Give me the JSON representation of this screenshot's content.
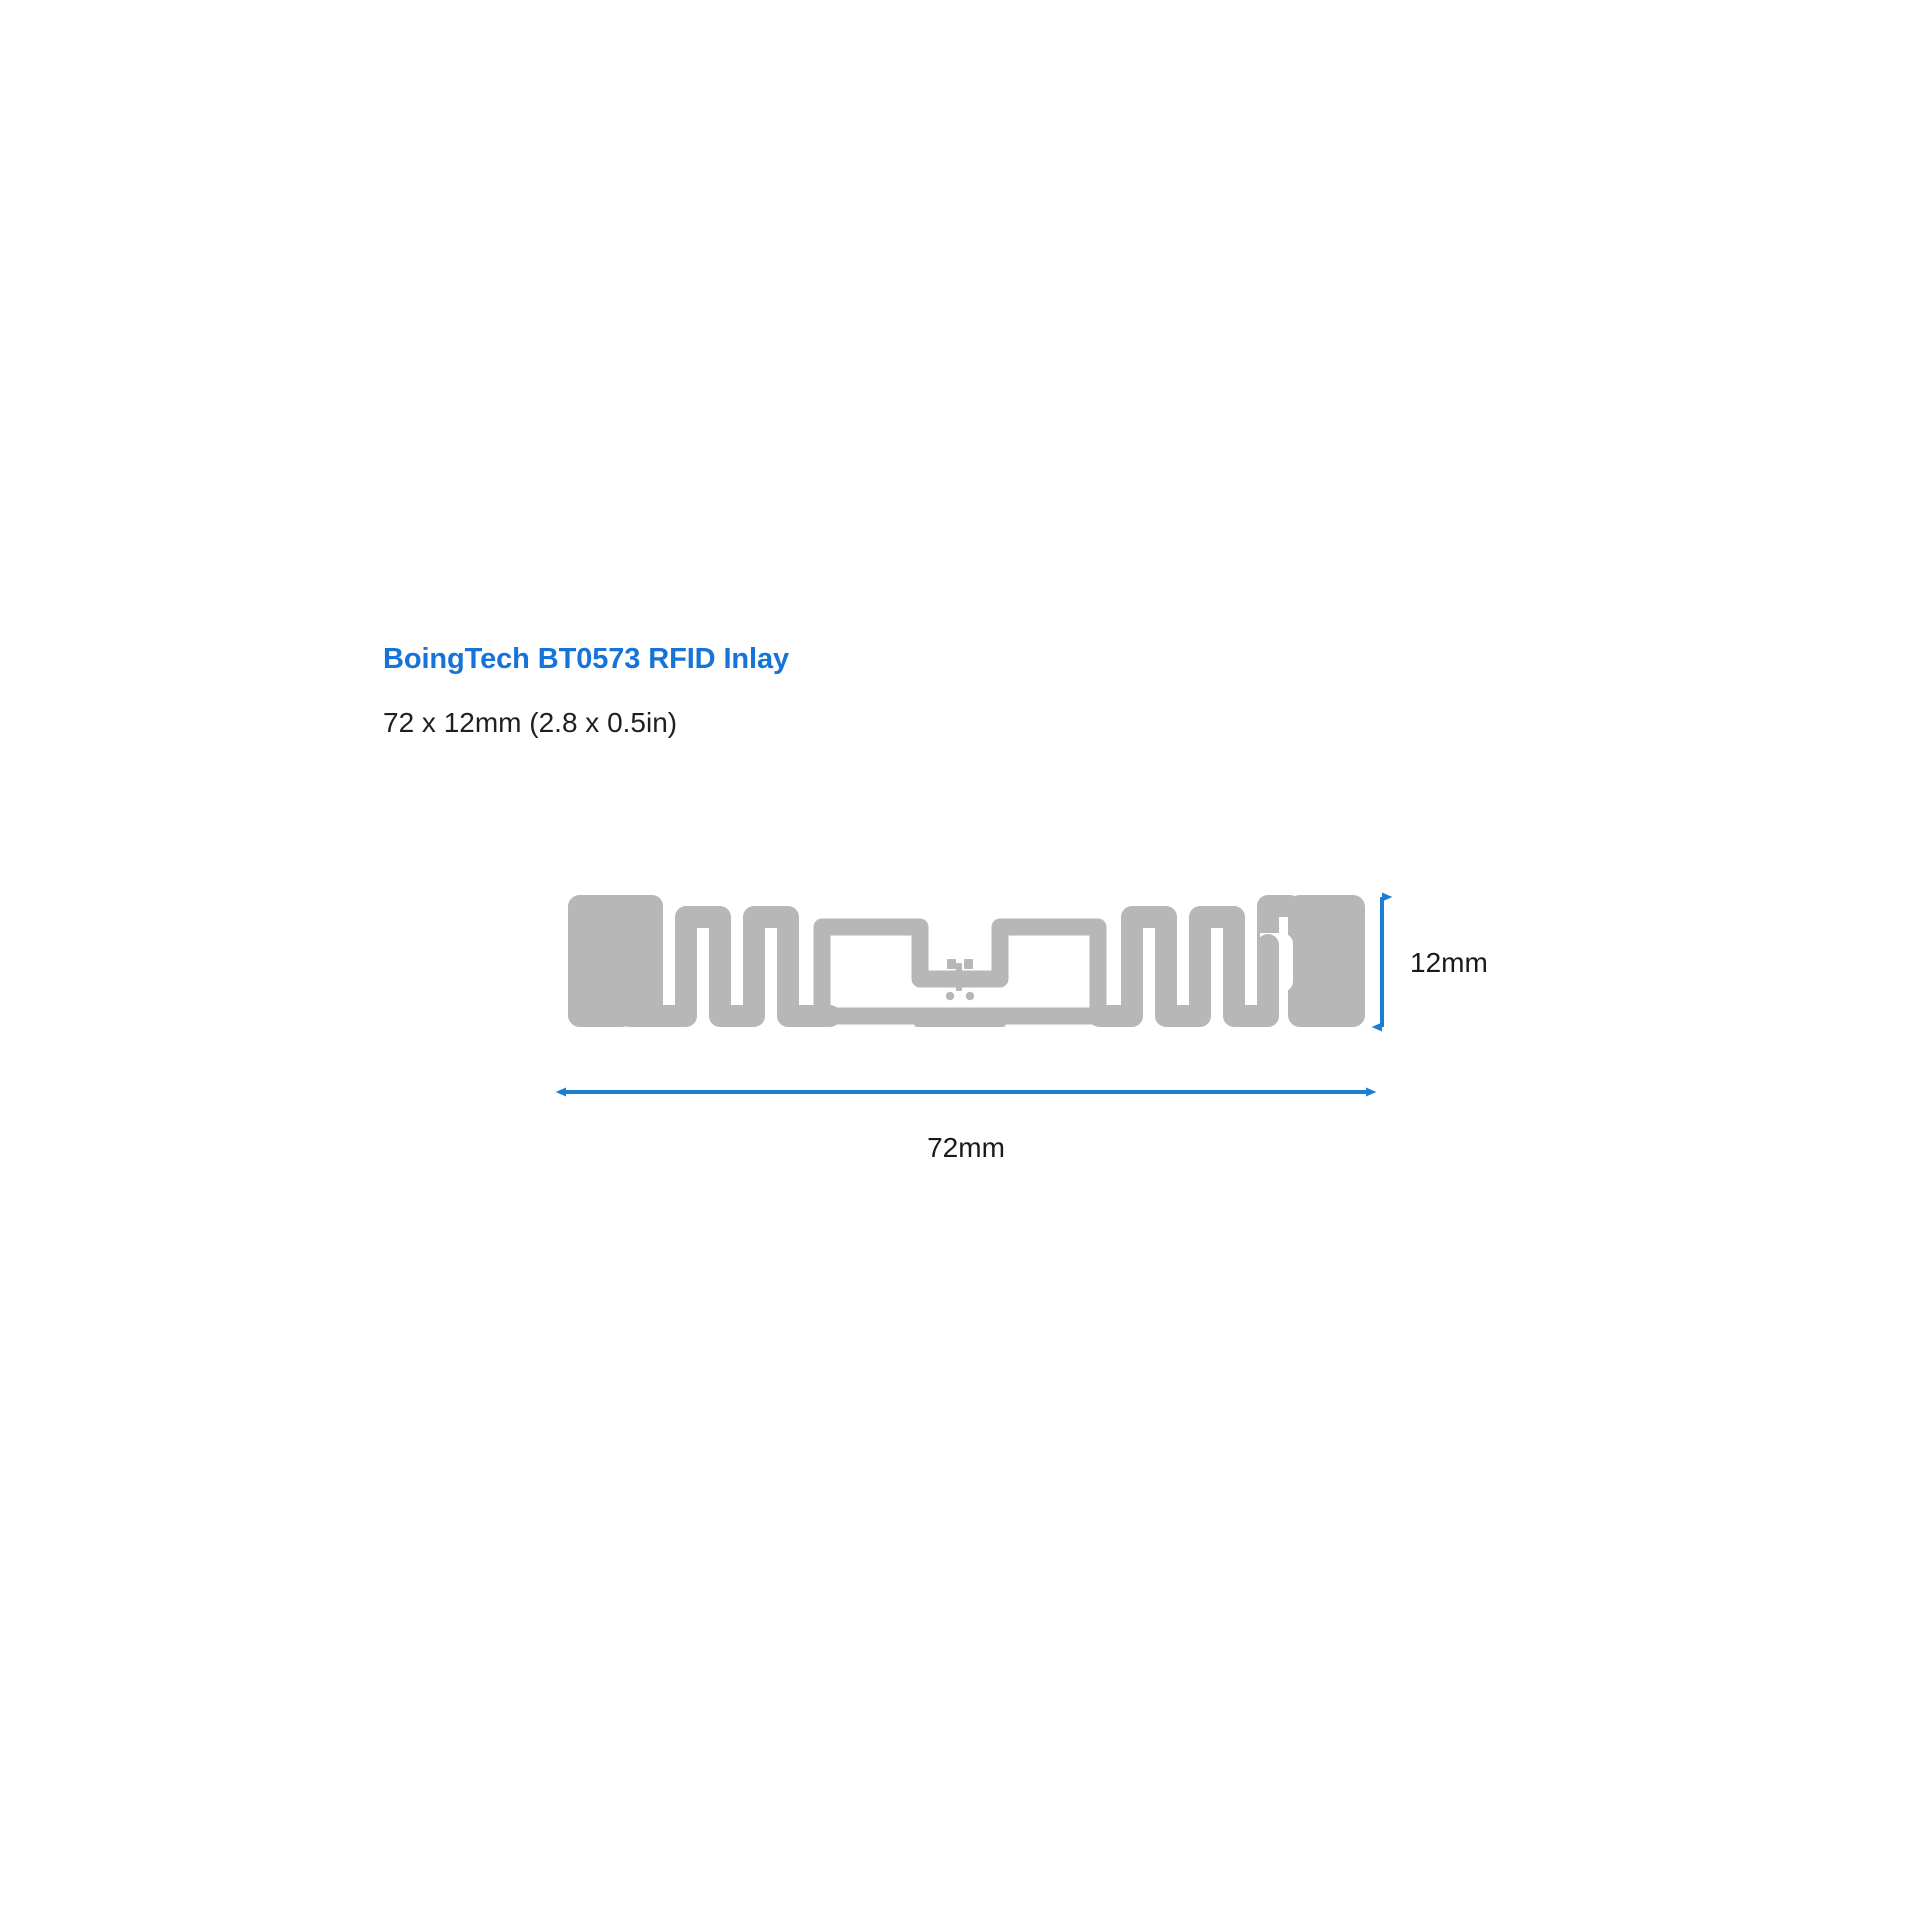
{
  "document": {
    "background_color": "#ffffff",
    "accent_color": "#1673d8",
    "trace_color": "#b7b7b7",
    "text_color": "#1f1f1f"
  },
  "header": {
    "title": "BoingTech BT0573 RFID Inlay",
    "dimensions_text": "72 x 12mm (2.8 x 0.5in)"
  },
  "figure": {
    "name": "rfid-inlay-antenna-diagram",
    "product_type": "UHF RFID dry inlay antenna",
    "dimensions": {
      "width_label": "72mm",
      "height_label": "12mm",
      "width_mm": 72,
      "height_mm": 12,
      "width_in": 2.8,
      "height_in": 0.5
    },
    "antenna": {
      "description": "Symmetric dipole meander antenna with large end pads, serpentine meander sections, and a central rectangular loop containing the IC chip and bonding pads.",
      "end_pad_count": 2,
      "meander_fingers_per_side": 3,
      "center_loop": "rectangular matching loop",
      "chip_pads": 2,
      "chip_dots": 2
    },
    "arrows": {
      "horizontal": {
        "label": "72mm",
        "color": "#1a7fd4",
        "style": "double-headed"
      },
      "vertical": {
        "label": "12mm",
        "color": "#1a7fd4",
        "style": "double-headed"
      }
    }
  }
}
